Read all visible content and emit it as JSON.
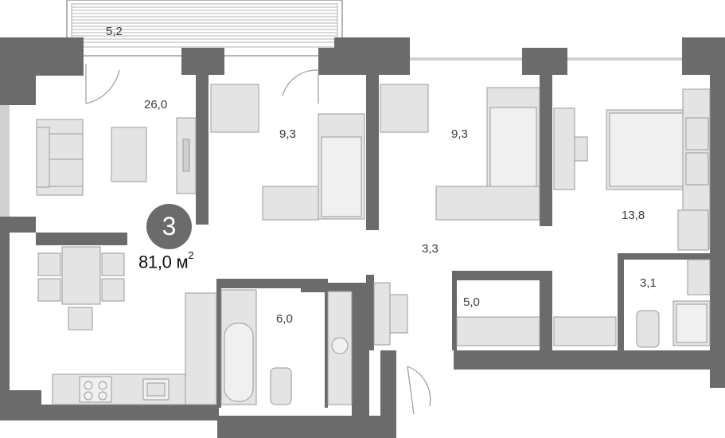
{
  "apartment": {
    "rooms_count": "3",
    "total_area": "81,0",
    "area_unit": "м",
    "area_unit_power": "2"
  },
  "rooms": [
    {
      "id": "balcony",
      "area": "5,2"
    },
    {
      "id": "living-kitchen",
      "area": "26,0"
    },
    {
      "id": "bedroom-1",
      "area": "9,3"
    },
    {
      "id": "bedroom-2",
      "area": "9,3"
    },
    {
      "id": "bedroom-master",
      "area": "13,8"
    },
    {
      "id": "hallway",
      "area": "3,3"
    },
    {
      "id": "bathroom",
      "area": "6,0"
    },
    {
      "id": "closet",
      "area": "5,0"
    },
    {
      "id": "wc",
      "area": "3,1"
    }
  ],
  "colors": {
    "wall": "#6b6b6b",
    "furniture_fill": "#e4e4e4",
    "furniture_stroke": "#9a9a9a",
    "label": "#3a3a3a",
    "badge": "#6b6b6b"
  }
}
